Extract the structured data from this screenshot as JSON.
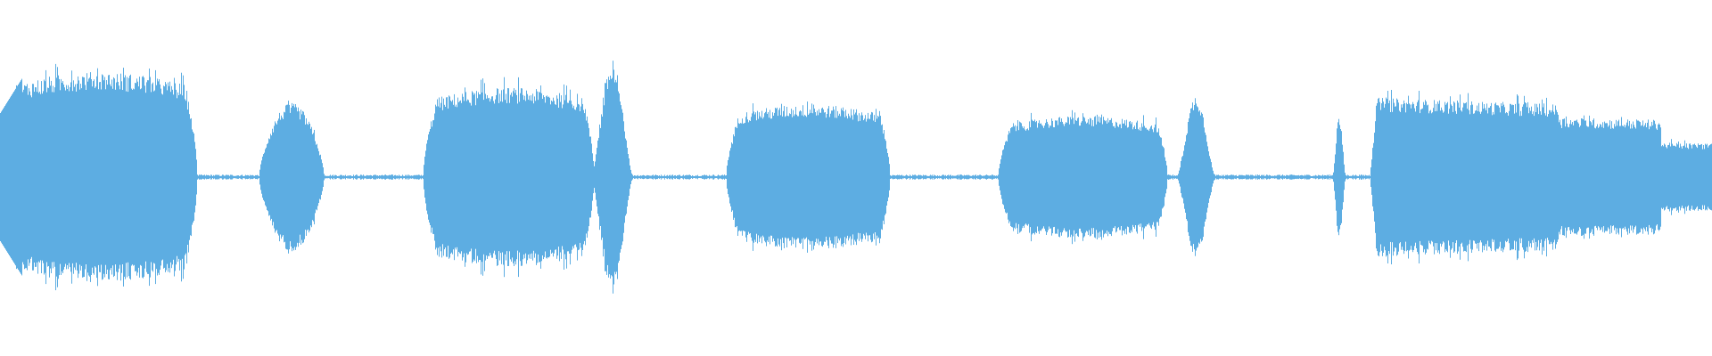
{
  "waveform": {
    "color": "#5dade2",
    "background": "#ffffff",
    "segments": [
      {
        "start": 0.0,
        "end": 0.115,
        "peak": 0.74,
        "shape": "plateau"
      },
      {
        "start": 0.151,
        "end": 0.191,
        "peak": 0.52,
        "shape": "hump"
      },
      {
        "start": 0.247,
        "end": 0.347,
        "peak": 0.63,
        "shape": "plateau"
      },
      {
        "start": 0.345,
        "end": 0.37,
        "peak": 0.79,
        "shape": "spike"
      },
      {
        "start": 0.424,
        "end": 0.52,
        "peak": 0.51,
        "shape": "plateau"
      },
      {
        "start": 0.583,
        "end": 0.682,
        "peak": 0.43,
        "shape": "plateau"
      },
      {
        "start": 0.687,
        "end": 0.71,
        "peak": 0.58,
        "shape": "spike"
      },
      {
        "start": 0.778,
        "end": 0.786,
        "peak": 0.44,
        "shape": "spike"
      },
      {
        "start": 0.8,
        "end": 1.0,
        "peak": 0.56,
        "shape": "tail"
      }
    ],
    "noise_floor": 0.012
  }
}
